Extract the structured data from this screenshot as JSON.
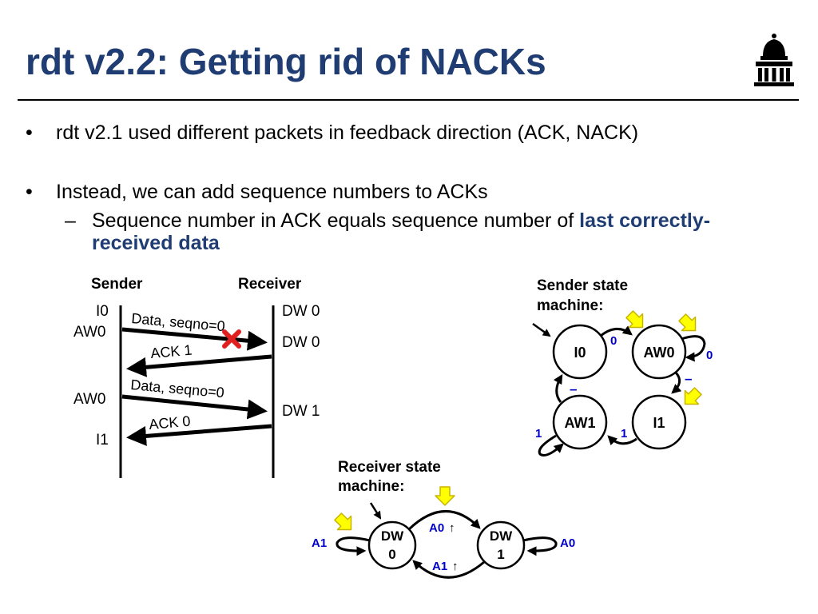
{
  "slide": {
    "title": "rdt v2.2: Getting rid of NACKs",
    "logo_icon": "university-building-icon",
    "bullets": [
      {
        "symbol": "•",
        "text": "rdt v2.1 used different packets in feedback direction (ACK, NACK)"
      },
      {
        "symbol": "•",
        "text": "Instead, we can add sequence numbers to ACKs"
      }
    ],
    "sub_bullet": {
      "symbol": "–",
      "text": "Sequence number in ACK equals sequence number of ",
      "highlight": "last correctly-received data"
    }
  },
  "sequence": {
    "sender_label": "Sender",
    "receiver_label": "Receiver",
    "sender_states": [
      "I0",
      "AW0",
      "AW0",
      "I1"
    ],
    "receiver_states": [
      "DW 0",
      "DW 0",
      "DW 1"
    ],
    "messages": [
      "Data, seqno=0",
      "ACK 1",
      "Data, seqno=0",
      "ACK 0"
    ],
    "loss_icon": "red-x-icon"
  },
  "sender_fsm": {
    "title_line1": "Sender state",
    "title_line2": "machine:",
    "states": [
      "I0",
      "AW0",
      "AW1",
      "I1"
    ],
    "edge_labels": [
      "0",
      "0",
      "–",
      "–",
      "1",
      "1"
    ]
  },
  "receiver_fsm": {
    "title_line1": "Receiver state",
    "title_line2": "machine:",
    "dw0_line1": "DW",
    "dw0_line2": "0",
    "dw1_line1": "DW",
    "dw1_line2": "1",
    "edge_labels": [
      "A0",
      "A1",
      "A1",
      "A0"
    ],
    "up_arrow": "↑"
  },
  "colors": {
    "title": "#1f3d73",
    "highlight": "#1f3d73",
    "edge_label": "#0000cc",
    "marker_fill": "#ffff00",
    "marker_stroke": "#c8b400",
    "loss": "#e02020"
  }
}
